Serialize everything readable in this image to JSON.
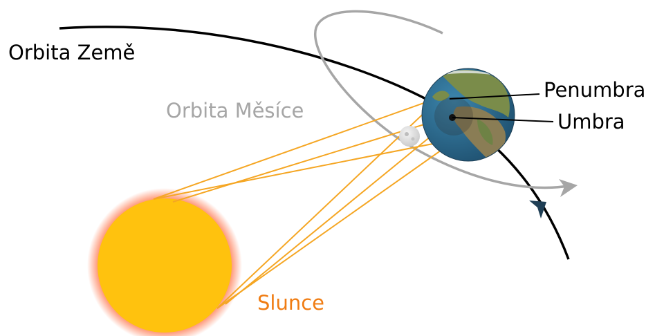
{
  "labels": {
    "earth_orbit": "Orbita Země",
    "moon_orbit": "Orbita Měsíce",
    "penumbra": "Penumbra",
    "umbra": "Umbra",
    "sun": "Slunce"
  },
  "colors": {
    "earth_orbit_text": "#000000",
    "moon_orbit_text": "#a6a6a6",
    "pointer_label_text": "#000000",
    "sun_text": "#f07c12",
    "earth_orbit_line": "#000000",
    "moon_orbit_line": "#a6a6a6",
    "sun_fill": "#ffc20e",
    "sun_glow": "#ff6a3d",
    "sun_rays": "#f5a623",
    "earth_ocean": "#2b6a8e",
    "earth_land": "#7a8c4a",
    "moon_fill": "#e4e4e4",
    "earth_arrow": "#1f3f55"
  },
  "icons": {
    "sun": "sun-icon",
    "earth": "earth-icon",
    "moon": "moon-icon"
  }
}
